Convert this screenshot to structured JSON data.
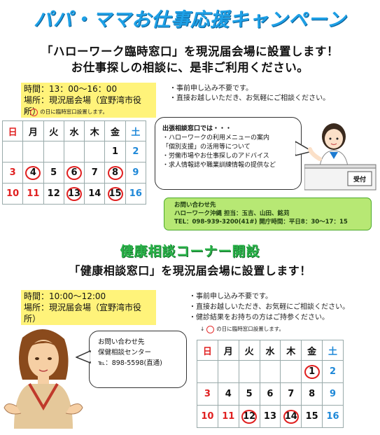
{
  "section1": {
    "title": "パパ・ママお仕事応援キャンペーン",
    "headline1": "「ハローワーク臨時窓口」を現況届会場に設置します！",
    "headline2": "お仕事探しの相談に、是非ご利用ください。",
    "info": [
      "時間：13：00～16：00",
      "場所：現況届会場（宜野湾市役所）"
    ],
    "notes": [
      "・事前申し込み不要です。",
      "・直接お越しいただき、お気軽にご相談ください。"
    ],
    "legend_arrow": "↓",
    "legend_text": "の日に臨時窓口設置します。",
    "calendar": {
      "headers": [
        "日",
        "月",
        "火",
        "水",
        "木",
        "金",
        "土"
      ],
      "rows": [
        [
          "",
          "",
          "",
          "",
          "",
          "1",
          "2"
        ],
        [
          "3",
          "4",
          "5",
          "6",
          "7",
          "8",
          "9"
        ],
        [
          "10",
          "11",
          "12",
          "13",
          "14",
          "15",
          "16"
        ]
      ],
      "circled": [
        "4",
        "6",
        "8",
        "13",
        "15"
      ],
      "holidays": [
        "11"
      ]
    },
    "bubble": {
      "lines": [
        "出張相談窓口では・・・",
        "・ハローワークの利用メニューの案内",
        "「個別支援」の活用等について",
        "・労働市場やお仕事探しのアドバイス",
        "・求人情報誌や職業訓練情報の提供など"
      ]
    },
    "reception_label": "受付",
    "contact": {
      "lines": [
        "お問い合わせ先",
        "ハローワーク沖縄 担当：玉吉、山田、銘苅",
        "TEL：098-939-3200(41#) 開庁時間：平日8：30〜17：15"
      ]
    }
  },
  "section2": {
    "title": "健康相談コーナー開設",
    "headline": "「健康相談窓口」を現況届会場に設置します！",
    "info": [
      "時間：10:00～12:00",
      "場所：現況届会場（宜野湾市役所）"
    ],
    "notes": [
      "・事前申し込み不要です。",
      "・直接お越しいただき、お気軽にご相談ください。",
      "・健診結果をお持ちの方はご持参ください。"
    ],
    "legend_arrow": "↓",
    "legend_text": "の日に臨時窓口設置します。",
    "contact": {
      "lines": [
        "お問い合わせ先",
        "保健相談センター",
        "℡：898-5598(直通)"
      ]
    },
    "calendar": {
      "headers": [
        "日",
        "月",
        "火",
        "水",
        "木",
        "金",
        "土"
      ],
      "rows": [
        [
          "",
          "",
          "",
          "",
          "",
          "1",
          "2"
        ],
        [
          "3",
          "4",
          "5",
          "6",
          "7",
          "8",
          "9"
        ],
        [
          "10",
          "11",
          "12",
          "13",
          "14",
          "15",
          "16"
        ]
      ],
      "circled": [
        "1",
        "12",
        "14"
      ],
      "holidays": [
        "11"
      ]
    }
  },
  "colors": {
    "title_blue": "#1ea0e6",
    "title_green": "#2ab44a",
    "highlight": "#fff37a",
    "circle_red": "#e02020",
    "contact_green": "#b7e874"
  }
}
